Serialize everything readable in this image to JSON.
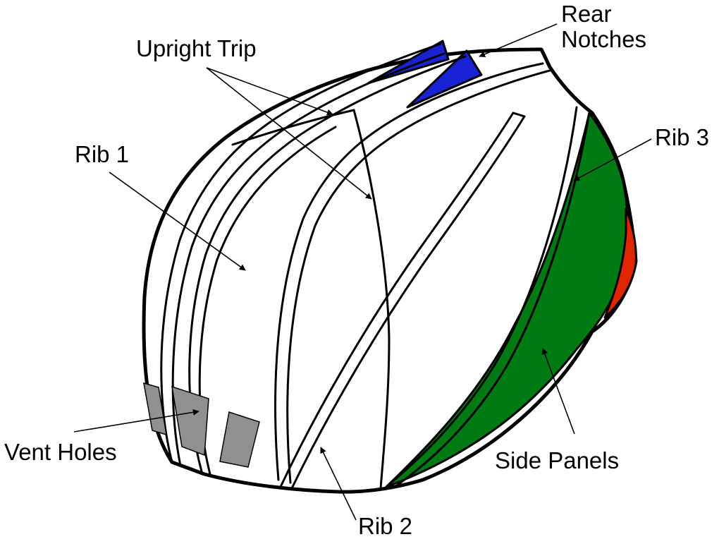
{
  "labels": {
    "rear_notches_line1": "Rear",
    "rear_notches_line2": "Notches",
    "upright_trip": "Upright Trip",
    "rib1": "Rib 1",
    "rib2": "Rib 2",
    "rib3": "Rib 3",
    "vent_holes": "Vent Holes",
    "side_panels": "Side Panels"
  },
  "colors": {
    "rear_notch": "#1a22d6",
    "side_panel": "#007a12",
    "side_panel_edge": "#e02600",
    "vent_hole": "#909090",
    "outline": "#000000",
    "background": "#ffffff"
  }
}
